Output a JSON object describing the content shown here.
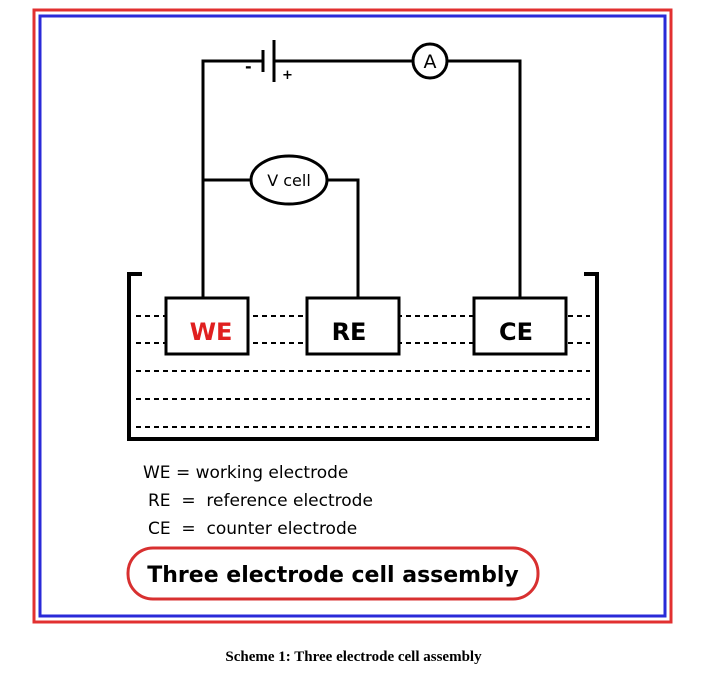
{
  "colors": {
    "outer_border": "#e23030",
    "inner_border": "#2a2ad8",
    "wire": "#000000",
    "we_text": "#e02020",
    "title_ellipse": "#d83030"
  },
  "battery": {
    "negative": "-",
    "positive": "+"
  },
  "ammeter": {
    "label": "A"
  },
  "voltmeter": {
    "label": "V cell"
  },
  "electrodes": {
    "we": "WE",
    "re": "RE",
    "ce": "CE"
  },
  "legend": [
    "WE = working electrode",
    "RE  =  reference electrode",
    "CE  =  counter electrode"
  ],
  "title": "Three electrode cell assembly",
  "caption": "Scheme 1: Three electrode cell assembly"
}
